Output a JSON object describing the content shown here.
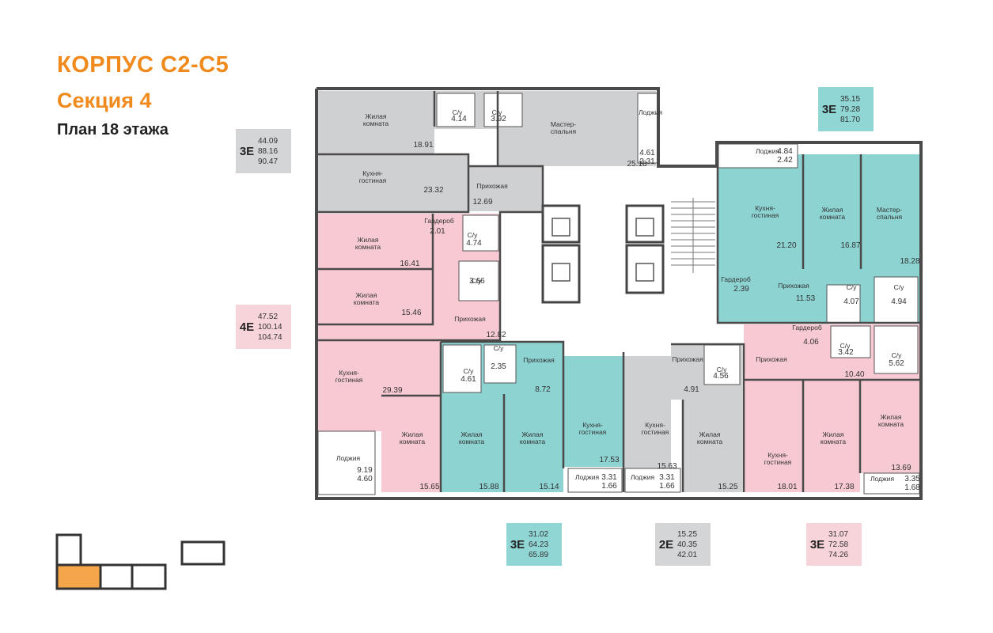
{
  "header": {
    "building": "КОРПУС С2-С5",
    "section": "Секция 4",
    "floor_plan": "План 18 этажа"
  },
  "colors": {
    "accent": "#f08a1d",
    "teal": "#8dd3d2",
    "pink": "#f7c9d2",
    "gray": "#cfd0d2"
  },
  "badges": {
    "left_top": {
      "code": "3E",
      "v1": "44.09",
      "v2": "88.16",
      "v3": "90.47"
    },
    "left_middle": {
      "code": "4E",
      "v1": "47.52",
      "v2": "100.14",
      "v3": "104.74"
    },
    "right_top": {
      "code": "3E",
      "v1": "35.15",
      "v2": "79.28",
      "v3": "81.70"
    },
    "bottom_teal": {
      "code": "3E",
      "v1": "31.02",
      "v2": "64.23",
      "v3": "65.89"
    },
    "bottom_gray": {
      "code": "2E",
      "v1": "15.25",
      "v2": "40.35",
      "v3": "42.01"
    },
    "bottom_pink": {
      "code": "3E",
      "v1": "31.07",
      "v2": "72.58",
      "v3": "74.26"
    }
  },
  "rooms": {
    "r1": {
      "name": "Жилая комната",
      "area": "18.91"
    },
    "r2": {
      "name": "С/у",
      "area": "4.14"
    },
    "r3": {
      "name": "С/у",
      "area": "3.92"
    },
    "r4": {
      "name": "Мастер-спальня",
      "area": "25.18"
    },
    "r5": {
      "name": "Лоджия",
      "area": "4.61",
      "area2": "2.31"
    },
    "r6": {
      "name": "Кухня-гостиная",
      "area": "23.32"
    },
    "r7": {
      "name": "Прихожая",
      "area": "12.69"
    },
    "r8": {
      "name": "Лоджия",
      "area": "4.84",
      "area2": "2.42"
    },
    "r9": {
      "name": "Кухня-гостиная",
      "area": "21.20"
    },
    "r10": {
      "name": "Жилая комната",
      "area": "16.87"
    },
    "r11": {
      "name": "Мастер-спальня",
      "area": "18.28"
    },
    "r12": {
      "name": "Гардероб",
      "area": "2.39"
    },
    "r13": {
      "name": "Прихожая",
      "area": "11.53"
    },
    "r14": {
      "name": "С/у",
      "area": "4.07"
    },
    "r15": {
      "name": "С/у",
      "area": "4.94"
    },
    "r16": {
      "name": "Жилая комната",
      "area": "16.41"
    },
    "r17": {
      "name": "Гардероб",
      "area": "2.01"
    },
    "r18": {
      "name": "С/у",
      "area": "4.74"
    },
    "r19": {
      "name": "Жилая комната",
      "area": "15.46"
    },
    "r20": {
      "name": "С/у",
      "area": "3.66"
    },
    "r21": {
      "name": "Прихожая",
      "area": "12.82"
    },
    "r22": {
      "name": "Кухня-гостиная",
      "area": "29.39"
    },
    "r23": {
      "name": "Лоджия",
      "area": "9.19",
      "area2": "4.60"
    },
    "r24": {
      "name": "Жилая комната",
      "area": "15.65"
    },
    "r25": {
      "name": "С/у",
      "area": "4.61"
    },
    "r26": {
      "name": "С/у",
      "area": "2.35"
    },
    "r27": {
      "name": "Прихожая",
      "area": "8.72"
    },
    "r28": {
      "name": "Жилая комната",
      "area": "15.88"
    },
    "r29": {
      "name": "Жилая комната",
      "area": "15.14"
    },
    "r30": {
      "name": "Кухня-гостиная",
      "area": "17.53"
    },
    "r31": {
      "name": "Лоджия",
      "area": "3.31",
      "area2": "1.66"
    },
    "r32": {
      "name": "Кухня-гостиная",
      "area": "15.63"
    },
    "r33": {
      "name": "Лоджия",
      "area": "3.31",
      "area2": "1.66"
    },
    "r34": {
      "name": "Прихожая",
      "area": "4.91"
    },
    "r35": {
      "name": "С/у",
      "area": "4.56"
    },
    "r36": {
      "name": "Жилая комната",
      "area": "15.25"
    },
    "r37": {
      "name": "Гардероб",
      "area": "4.06"
    },
    "r38": {
      "name": "С/у",
      "area": "3.42"
    },
    "r39": {
      "name": "С/у",
      "area": "5.62"
    },
    "r40": {
      "name": "Прихожая",
      "area": "10.40"
    },
    "r41": {
      "name": "Кухня-гостиная",
      "area": "18.01"
    },
    "r42": {
      "name": "Жилая комната",
      "area": "17.38"
    },
    "r43": {
      "name": "Жилая комната",
      "area": "13.69"
    },
    "r44": {
      "name": "Лоджия",
      "area": "3.35",
      "area2": "1.68"
    }
  }
}
